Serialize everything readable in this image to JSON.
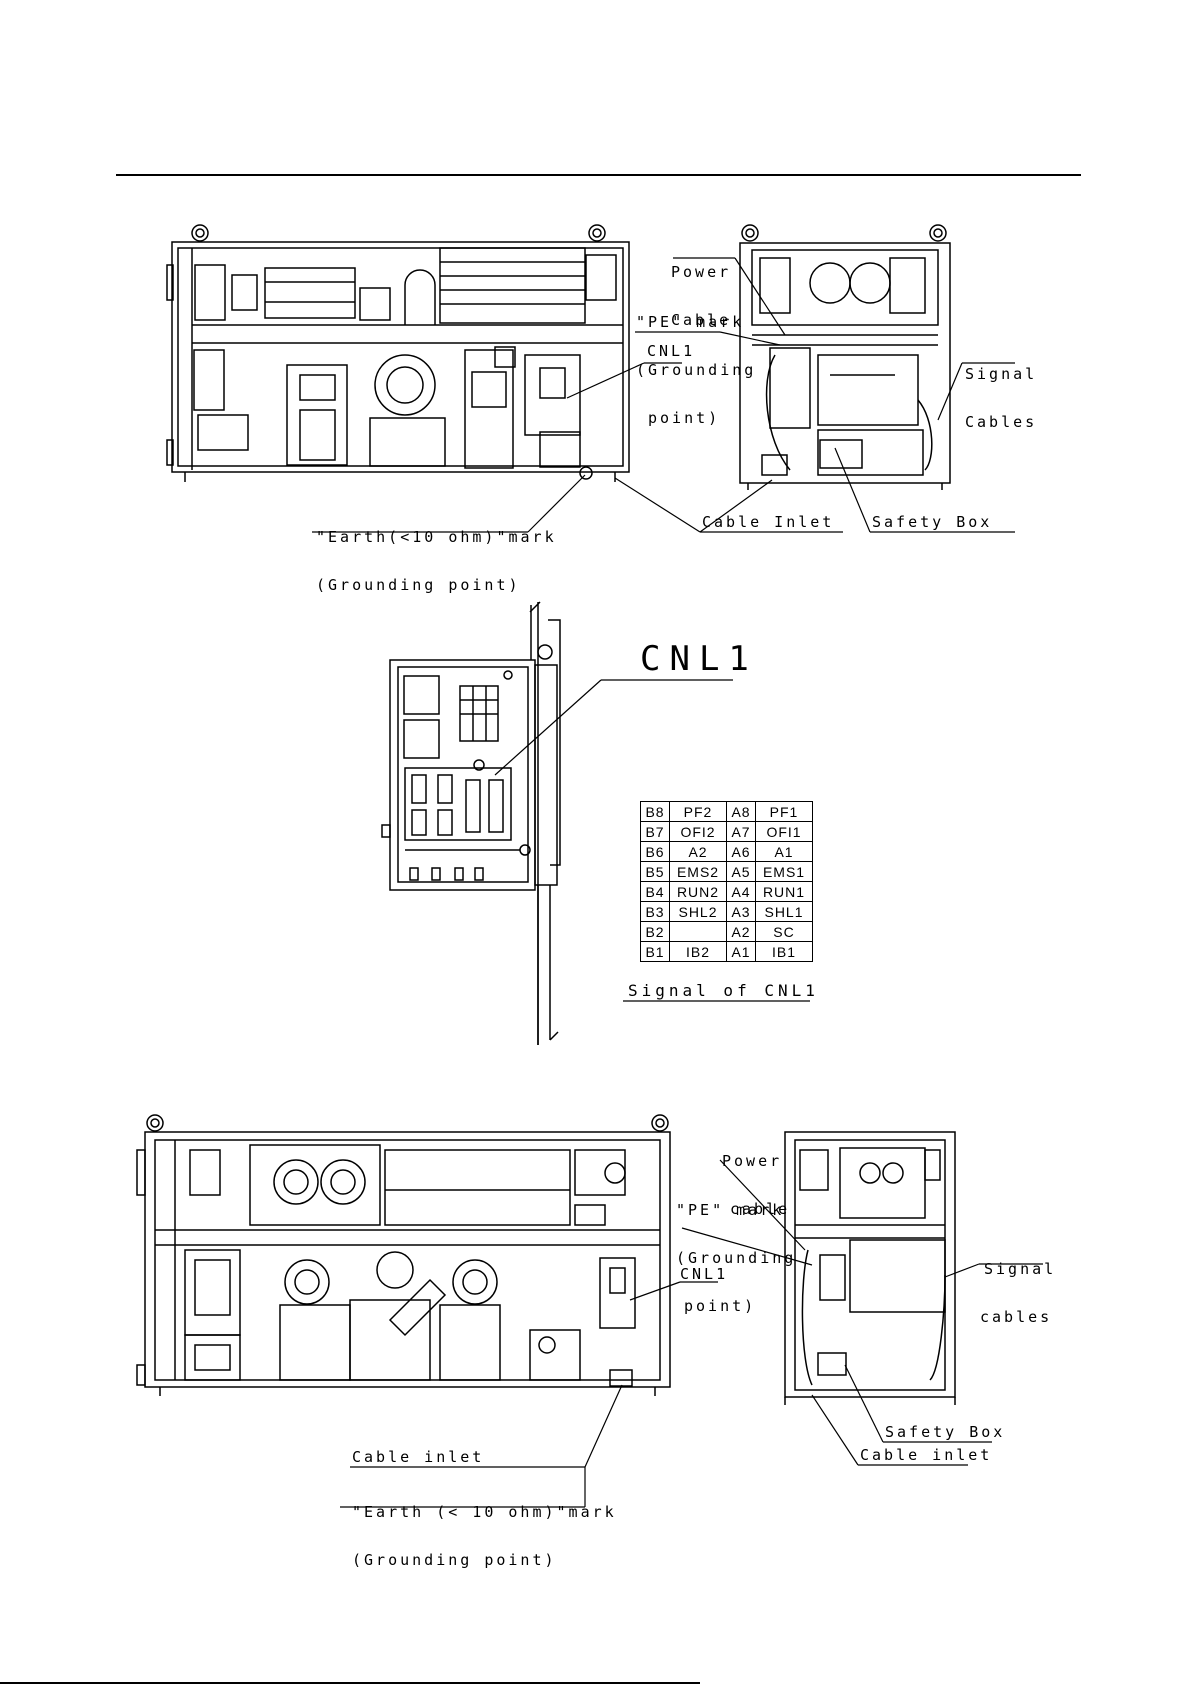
{
  "top": {
    "power_cable": [
      "Power",
      "Cable"
    ],
    "pe_mark": [
      "\"PE\" mark",
      "(Grounding",
      "point)"
    ],
    "cnl1": "CNL1",
    "signal_cables": [
      "Signal",
      "Cables"
    ],
    "earth_mark": [
      "\"Earth(<10 ohm)\"mark",
      "(Grounding point)"
    ],
    "cable_inlet": "Cable Inlet",
    "safety_box": "Safety Box"
  },
  "middle": {
    "cnl1_title": "CNL1",
    "table_caption": "Signal of CNL1",
    "rows": [
      {
        "b": "B8",
        "b_sig": "PF2",
        "a": "A8",
        "a_sig": "PF1"
      },
      {
        "b": "B7",
        "b_sig": "OFI2",
        "a": "A7",
        "a_sig": "OFI1"
      },
      {
        "b": "B6",
        "b_sig": "A2",
        "a": "A6",
        "a_sig": "A1"
      },
      {
        "b": "B5",
        "b_sig": "EMS2",
        "a": "A5",
        "a_sig": "EMS1"
      },
      {
        "b": "B4",
        "b_sig": "RUN2",
        "a": "A4",
        "a_sig": "RUN1"
      },
      {
        "b": "B3",
        "b_sig": "SHL2",
        "a": "A3",
        "a_sig": "SHL1"
      },
      {
        "b": "B2",
        "b_sig": "",
        "a": "A2",
        "a_sig": "SC"
      },
      {
        "b": "B1",
        "b_sig": "IB2",
        "a": "A1",
        "a_sig": "IB1"
      }
    ]
  },
  "bottom": {
    "power_cable": [
      "Power",
      "cable"
    ],
    "pe_mark": [
      "\"PE\" mark",
      "(Grounding",
      "point)"
    ],
    "cnl1": "CNL1",
    "signal_cables": [
      "Signal",
      "cables"
    ],
    "safety_box": "Safety Box",
    "cable_inlet_right": "Cable inlet",
    "cable_inlet_left": "Cable inlet",
    "earth_mark": [
      "\"Earth (< 10 ohm)\"mark",
      "(Grounding point)"
    ]
  }
}
